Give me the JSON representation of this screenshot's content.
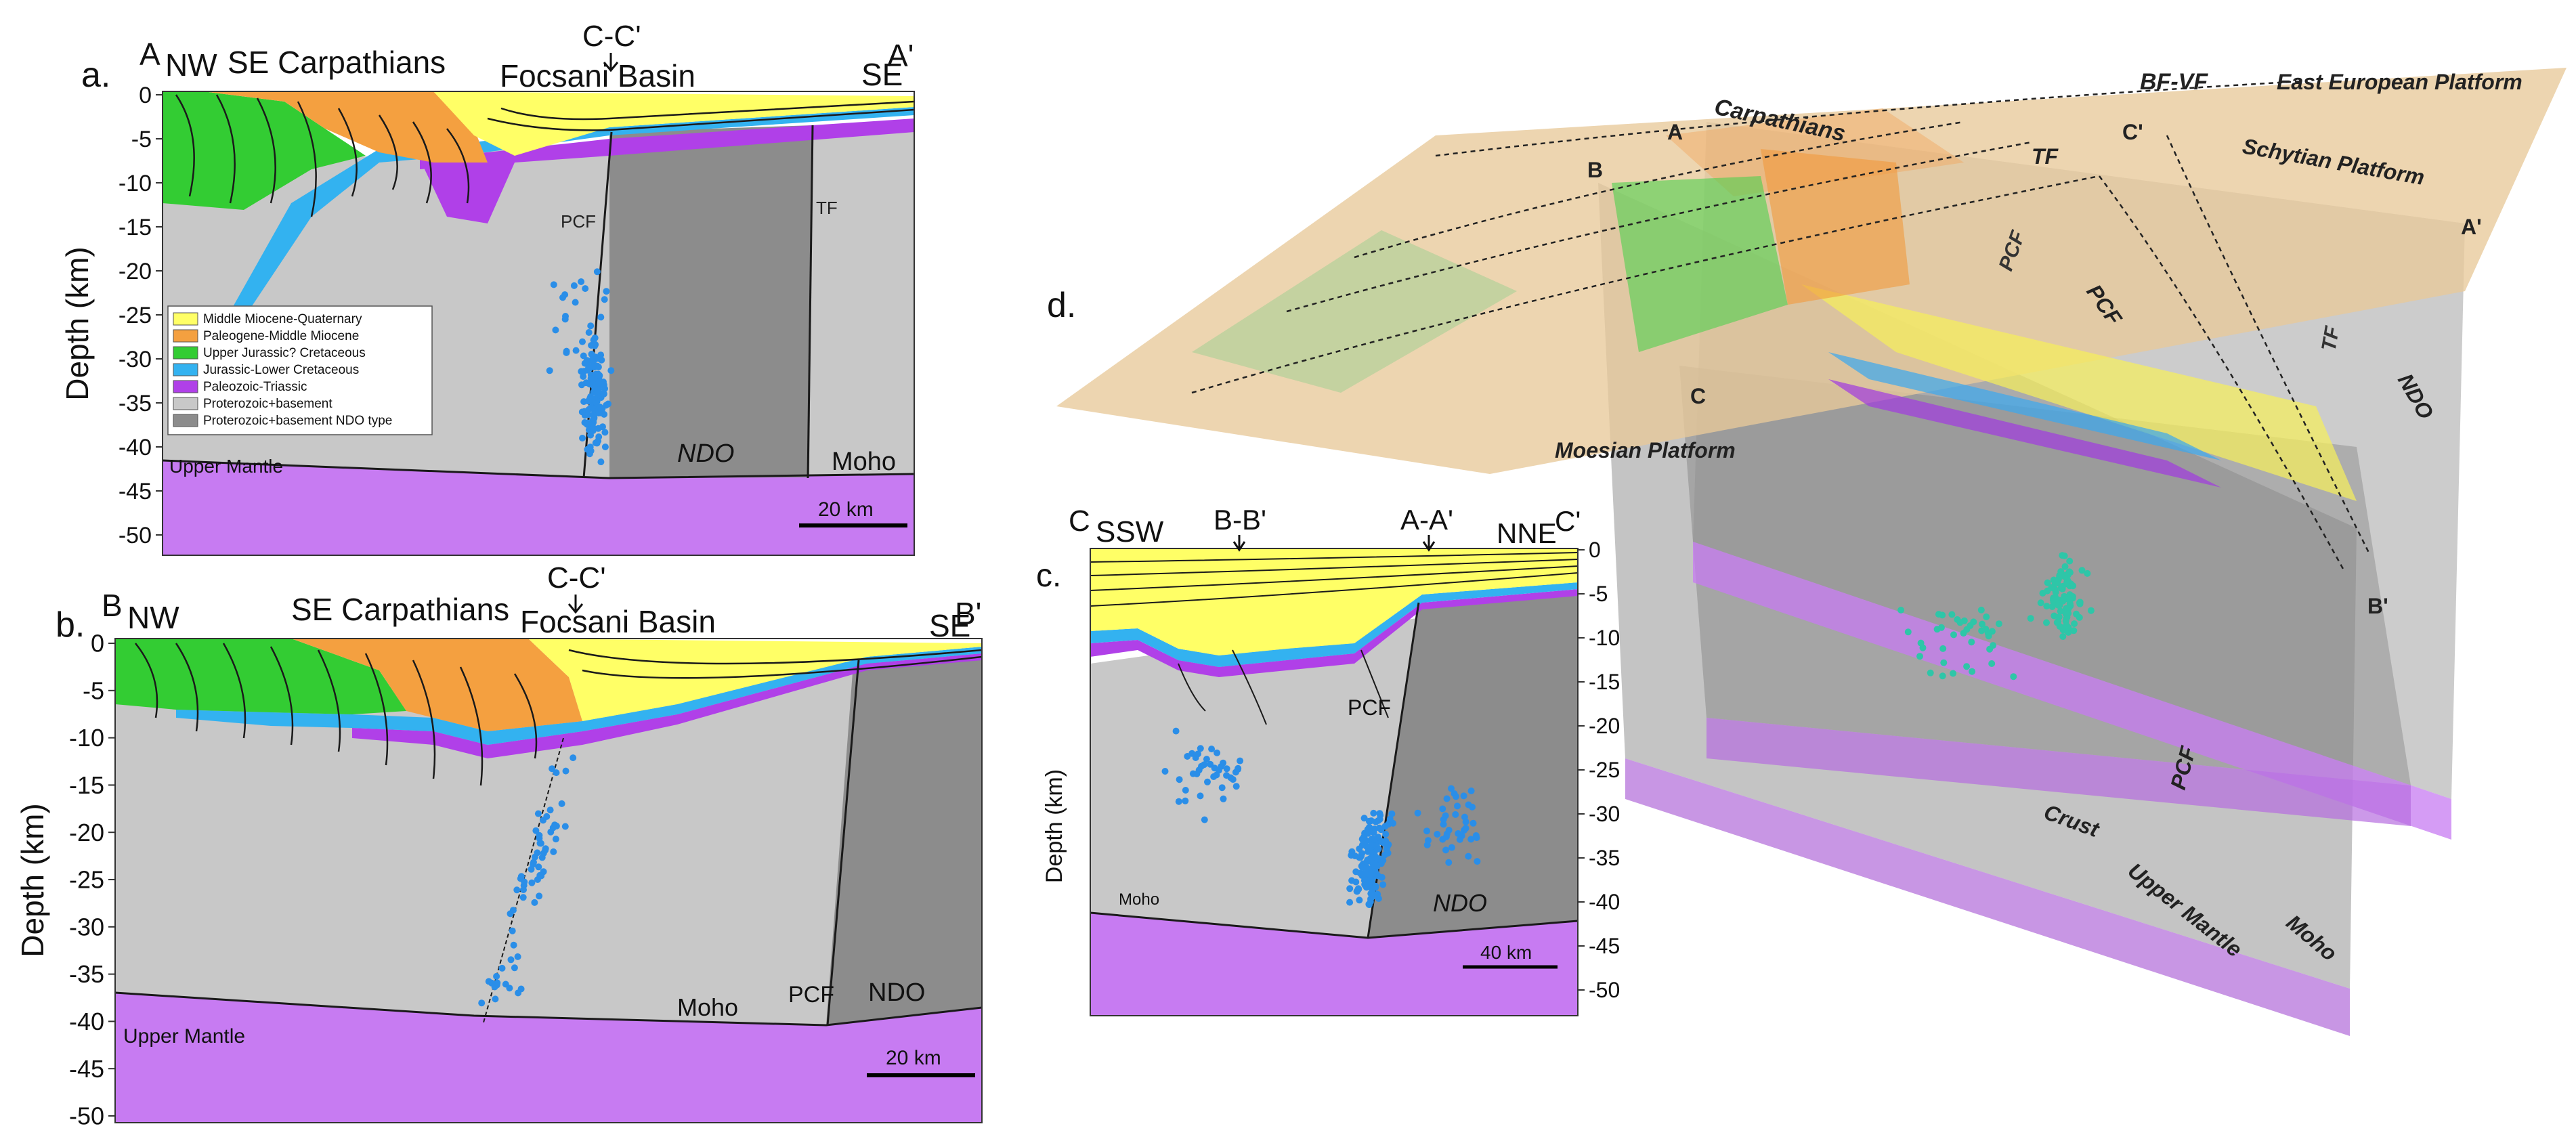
{
  "panel_a": {
    "letter": "a.",
    "end_left": "A",
    "end_right": "A'",
    "dir_left": "NW",
    "dir_right": "SE",
    "region": "SE Carpathians",
    "basin": "Focsani Basin",
    "cross_label": "C-C'",
    "y_axis_label": "Depth (km)",
    "y_ticks": [
      "0",
      "-5",
      "-10",
      "-15",
      "-20",
      "-25",
      "-30",
      "-35",
      "-40",
      "-45",
      "-50"
    ],
    "fault_pcf": "PCF",
    "fault_tf": "TF",
    "ndo": "NDO",
    "moho": "Moho",
    "upper_mantle": "Upper Mantle",
    "scale": "20 km",
    "legend": [
      {
        "label": "Middle Miocene-Quaternary",
        "color": "#ffff66"
      },
      {
        "label": "Paleogene-Middle Miocene",
        "color": "#f4a040"
      },
      {
        "label": "Upper Jurassic? Cretaceous",
        "color": "#33cc33"
      },
      {
        "label": "Jurassic-Lower Cretaceous",
        "color": "#33b2f0"
      },
      {
        "label": "Paleozoic-Triassic",
        "color": "#b040e8"
      },
      {
        "label": "Proterozoic+basement",
        "color": "#c8c8c8"
      },
      {
        "label": "Proterozoic+basement NDO type",
        "color": "#8c8c8c"
      }
    ]
  },
  "panel_b": {
    "letter": "b.",
    "end_left": "B",
    "end_right": "B'",
    "dir_left": "NW",
    "dir_right": "SE",
    "region": "SE Carpathians",
    "basin": "Focsani Basin",
    "cross_label": "C-C'",
    "y_axis_label": "Depth (km)",
    "y_ticks": [
      "0",
      "-5",
      "-10",
      "-15",
      "-20",
      "-25",
      "-30",
      "-35",
      "-40",
      "-45",
      "-50"
    ],
    "moho": "Moho",
    "pcf": "PCF",
    "ndo": "NDO",
    "upper_mantle": "Upper Mantle",
    "scale": "20 km"
  },
  "panel_c": {
    "letter": "c.",
    "end_left": "C",
    "end_right": "C'",
    "dir_left": "SSW",
    "dir_right": "NNE",
    "cross_bb": "B-B'",
    "cross_aa": "A-A'",
    "y_axis_label": "Depth (km)",
    "y_ticks": [
      "0",
      "-5",
      "-10",
      "-15",
      "-20",
      "-25",
      "-30",
      "-35",
      "-40",
      "-45",
      "-50"
    ],
    "pcf": "PCF",
    "ndo": "NDO",
    "moho": "Moho",
    "scale": "40 km"
  },
  "panel_d": {
    "letter": "d.",
    "labels": {
      "carpathians": "Carpathians",
      "bfvf": "BF-VF",
      "east_european": "East European Platform",
      "scythian": "Schytian Platform",
      "moesian": "Moesian Platform",
      "tf_top": "TF",
      "pcf_top": "PCF",
      "pcf_mid": "PCF",
      "tf_right": "TF",
      "ndo": "NDO",
      "crust": "Crust",
      "pcf_low": "PCF",
      "upper_mantle": "Upper Mantle",
      "moho": "Moho",
      "a": "A",
      "b": "B",
      "c": "C",
      "c_prime": "C'",
      "a_prime": "A'",
      "b_prime": "B'"
    }
  },
  "colors": {
    "mantle": "#c77bf2",
    "basement": "#c8c8c8",
    "ndo_basement": "#8c8c8c",
    "quaternary": "#ffff66",
    "paleogene": "#f4a040",
    "cretaceous": "#33cc33",
    "jurassic": "#33b2f0",
    "triassic": "#b040e8",
    "seismicity": "#2a8ee8",
    "seismicity_3d": "#2ec6a8"
  }
}
